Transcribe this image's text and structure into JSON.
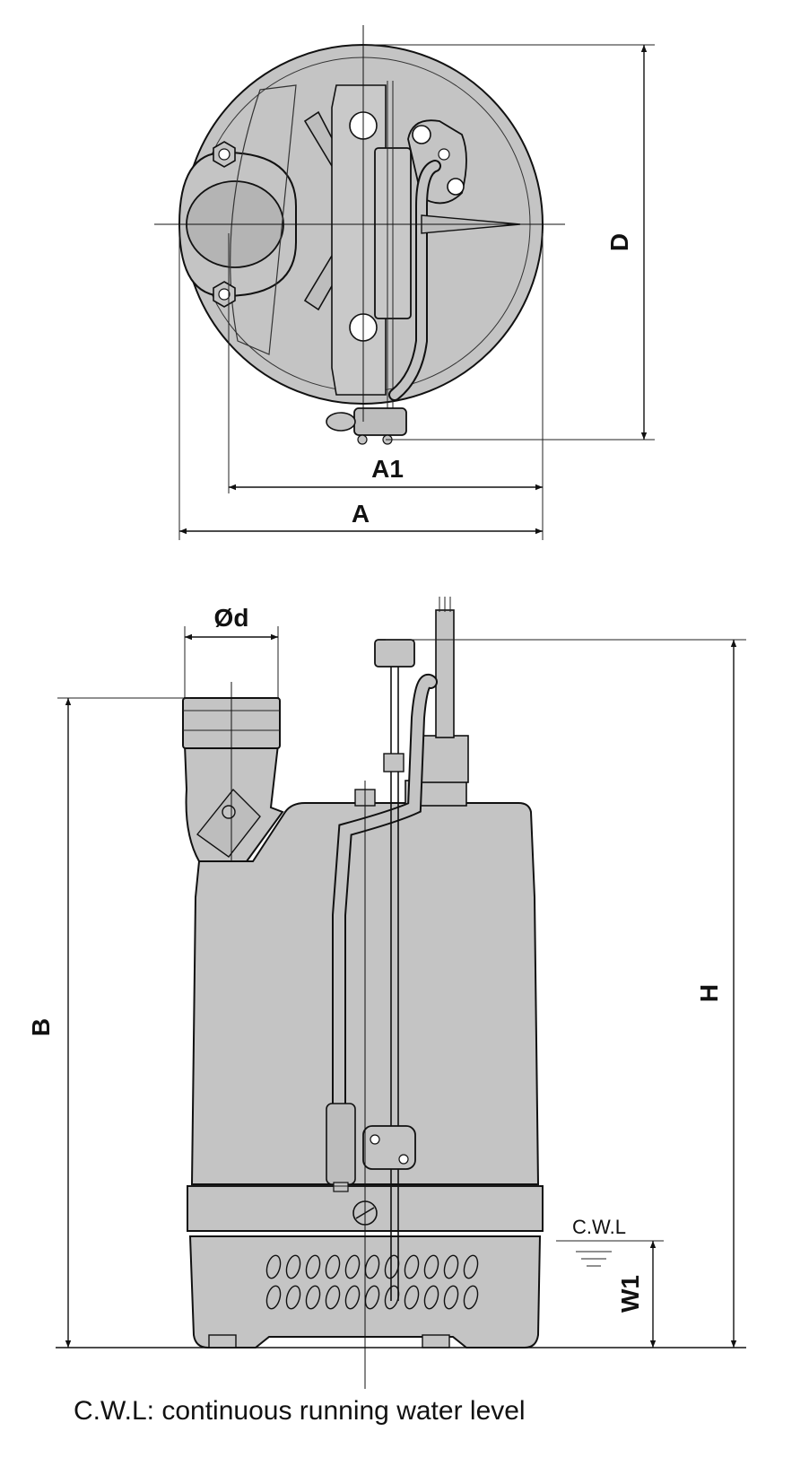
{
  "top_view": {
    "label_D": "D",
    "label_A1": "A1",
    "label_A": "A"
  },
  "side_view": {
    "label_d": "Ød",
    "label_B": "B",
    "label_H": "H",
    "label_W1": "W1",
    "label_cwl": "C.W.L"
  },
  "footnote": "C.W.L: continuous running water level"
}
